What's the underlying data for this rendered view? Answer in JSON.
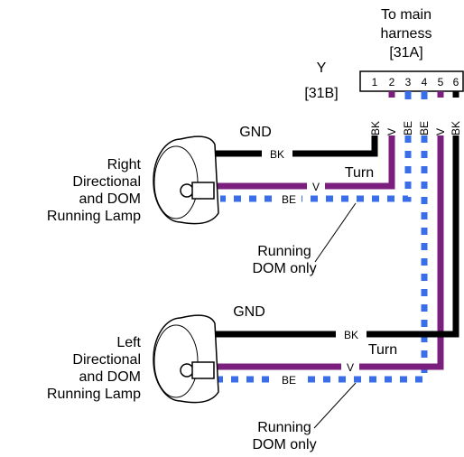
{
  "colors": {
    "black_wire": "#000000",
    "violet_wire": "#7b1f7f",
    "blue_wire": "#3a6ee8",
    "outline": "#000000",
    "background": "#ffffff"
  },
  "connector": {
    "title_line1": "To main",
    "title_line2": "harness",
    "title_line3": "[31A]",
    "pins": [
      "1",
      "2",
      "3",
      "4",
      "5",
      "6"
    ],
    "ref_symbol": "Y",
    "ref_label": "[31B]"
  },
  "wires": {
    "pin1_code": "BK",
    "pin2_code": "V",
    "pin3_code": "BE",
    "pin4_code": "BE",
    "pin5_code": "V",
    "pin6_code": "BK"
  },
  "right_lamp": {
    "label_line1": "Right",
    "label_line2": "Directional",
    "label_line3": "and DOM",
    "label_line4": "Running Lamp",
    "gnd_label": "GND",
    "bk_tag": "BK",
    "v_tag": "V",
    "be_tag": "BE",
    "turn_label": "Turn",
    "running_line1": "Running",
    "running_line2": "DOM only"
  },
  "left_lamp": {
    "label_line1": "Left",
    "label_line2": "Directional",
    "label_line3": "and DOM",
    "label_line4": "Running Lamp",
    "gnd_label": "GND",
    "bk_tag": "BK",
    "v_tag": "V",
    "be_tag": "BE",
    "turn_label": "Turn",
    "running_line1": "Running",
    "running_line2": "DOM only"
  }
}
